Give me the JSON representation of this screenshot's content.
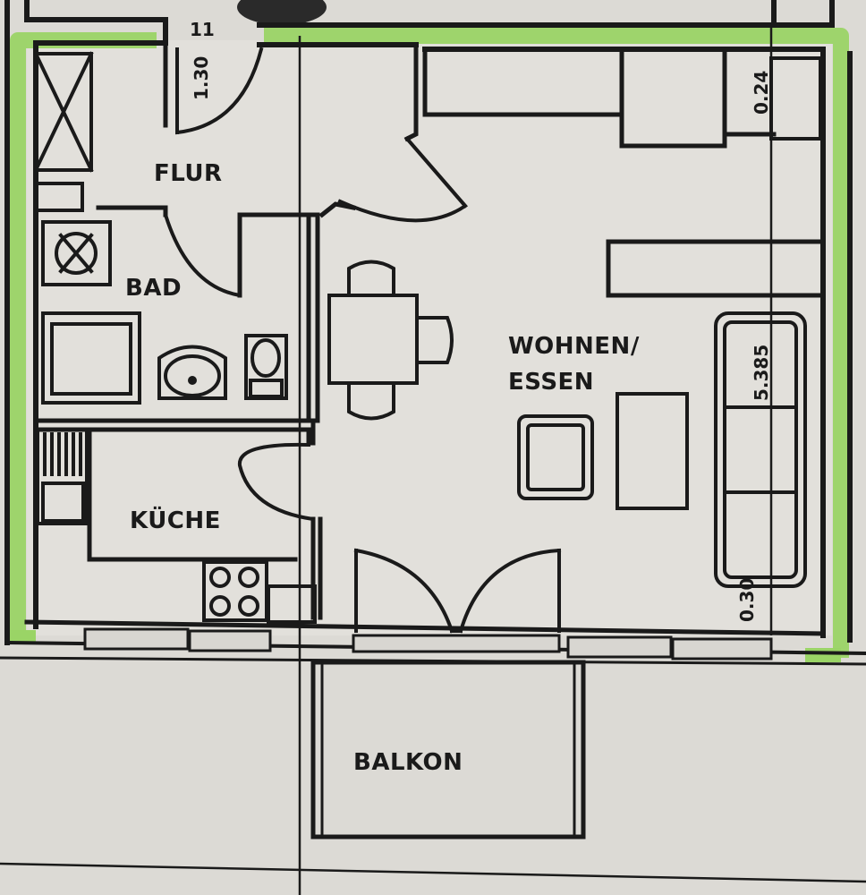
{
  "colors": {
    "paper": "#dcdad5",
    "paper_light": "#e6e4df",
    "ink": "#1a1a1a",
    "highlight": "#9ad466"
  },
  "rooms": {
    "flur": "FLUR",
    "bad": "BAD",
    "wohnen_line1": "WOHNEN/",
    "wohnen_line2": "ESSEN",
    "kueche": "KÜCHE",
    "balkon": "BALKON"
  },
  "dimensions": {
    "top_label": "11",
    "door_width": "1.30",
    "wall_right": "0.24",
    "room_length": "5.385",
    "wall_bottom": "0.30"
  }
}
